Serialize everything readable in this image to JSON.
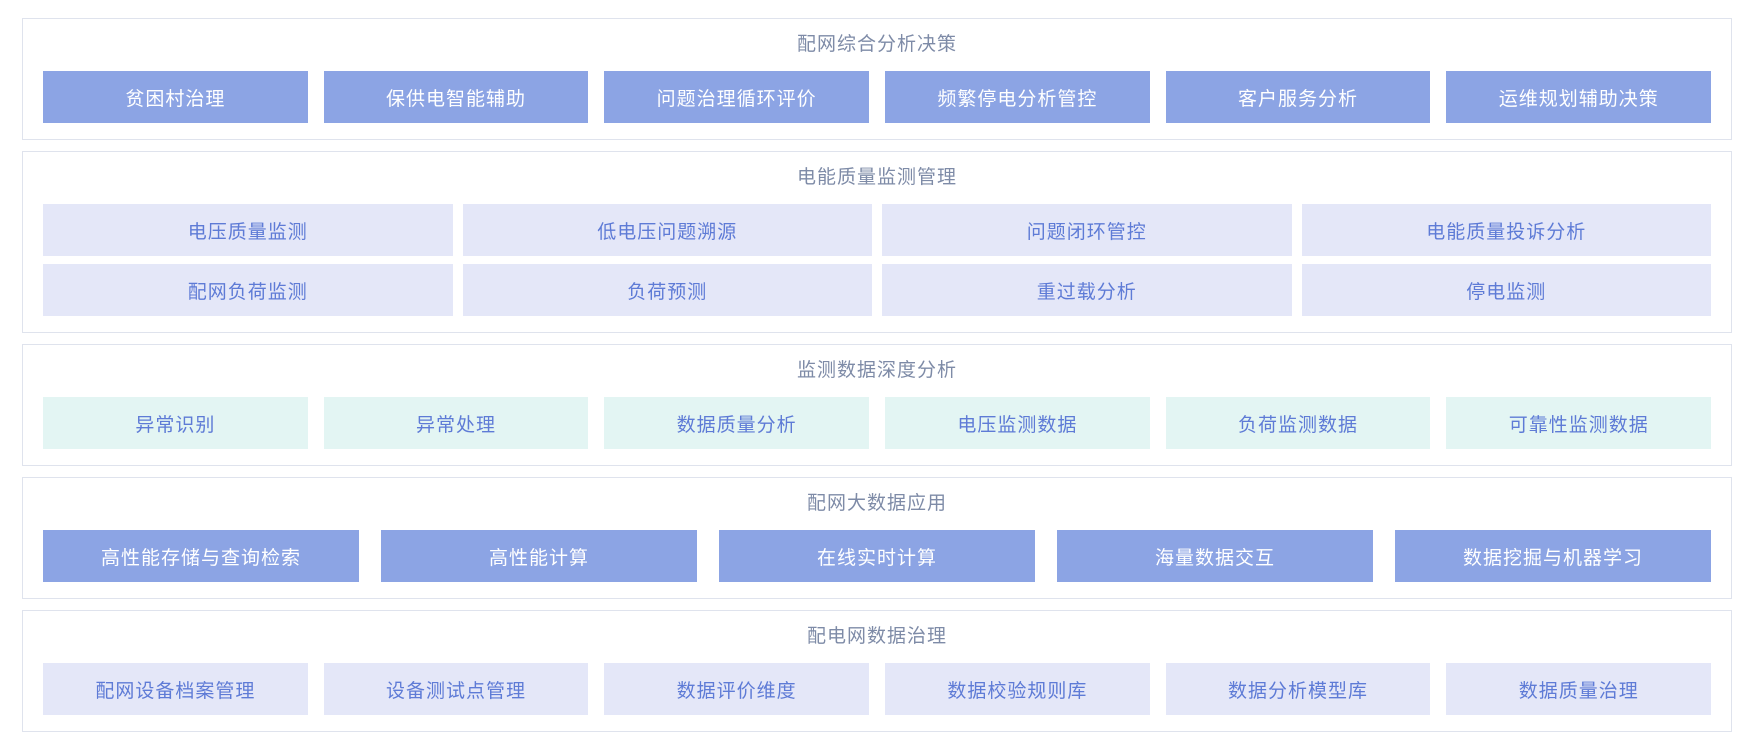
{
  "palette": {
    "solid_bg": "#8CA4E4",
    "solid_text": "#FFFFFF",
    "lavender_bg": "#E4E7F8",
    "mint_bg": "#E3F5F3",
    "light_text": "#5E7BD6",
    "title_text": "#7E8BA7",
    "border": "#DFE3ED"
  },
  "sections": [
    {
      "id": "comprehensive-analysis-decision",
      "title": "配网综合分析决策",
      "variant": "solid",
      "rows": [
        [
          "贫困村治理",
          "保供电智能辅助",
          "问题治理循环评价",
          "频繁停电分析管控",
          "客户服务分析",
          "运维规划辅助决策"
        ]
      ]
    },
    {
      "id": "power-quality-monitoring",
      "title": "电能质量监测管理",
      "variant": "lavender",
      "rows": [
        [
          "电压质量监测",
          "低电压问题溯源",
          "问题闭环管控",
          "电能质量投诉分析"
        ],
        [
          "配网负荷监测",
          "负荷预测",
          "重过载分析",
          "停电监测"
        ]
      ]
    },
    {
      "id": "monitoring-data-deep-analysis",
      "title": "监测数据深度分析",
      "variant": "mint",
      "rows": [
        [
          "异常识别",
          "异常处理",
          "数据质量分析",
          "电压监测数据",
          "负荷监测数据",
          "可靠性监测数据"
        ]
      ]
    },
    {
      "id": "big-data-application",
      "title": "配网大数据应用",
      "variant": "solid",
      "rows": [
        [
          "高性能存储与查询检索",
          "高性能计算",
          "在线实时计算",
          "海量数据交互",
          "数据挖掘与机器学习"
        ]
      ]
    },
    {
      "id": "distribution-data-governance",
      "title": "配电网数据治理",
      "variant": "lavender",
      "rows": [
        [
          "配网设备档案管理",
          "设备测试点管理",
          "数据评价维度",
          "数据校验规则库",
          "数据分析模型库",
          "数据质量治理"
        ]
      ]
    }
  ]
}
